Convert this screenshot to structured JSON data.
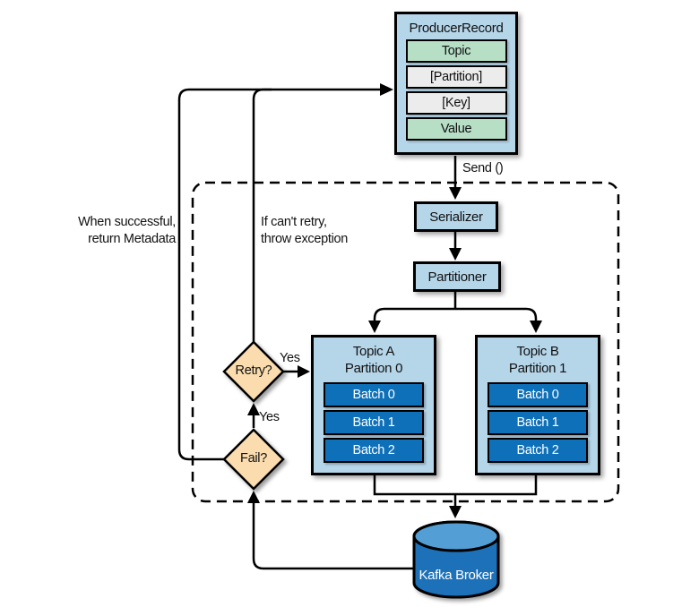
{
  "colors": {
    "box_blue": "#b5d5e9",
    "field_green": "#b6dfc6",
    "field_gray": "#ececec",
    "batch_blue": "#0e70b8",
    "diamond_peach": "#fadcae",
    "broker_body": "#1a71b8",
    "broker_top": "#539fd5",
    "line_black": "#000000"
  },
  "diagram": {
    "producer_record": {
      "title": "ProducerRecord",
      "fields": [
        {
          "label": "Topic"
        },
        {
          "label": "[Partition]"
        },
        {
          "label": "[Key]"
        },
        {
          "label": "Value"
        }
      ]
    },
    "send_label": "Send ()",
    "serializer": "Serializer",
    "partitioner": "Partitioner",
    "partitions": [
      {
        "line1": "Topic A",
        "line2": "Partition 0",
        "batches": [
          "Batch 0",
          "Batch 1",
          "Batch 2"
        ]
      },
      {
        "line1": "Topic B",
        "line2": "Partition 1",
        "batches": [
          "Batch 0",
          "Batch 1",
          "Batch 2"
        ]
      }
    ],
    "retry": {
      "label": "Retry?",
      "yes": "Yes"
    },
    "fail": {
      "label": "Fail?",
      "yes": "Yes"
    },
    "broker": "Kafka Broker",
    "annotations": {
      "success_line1": "When successful,",
      "success_line2": "return Metadata",
      "exception_line1": "If can't retry,",
      "exception_line2": "throw exception"
    }
  }
}
